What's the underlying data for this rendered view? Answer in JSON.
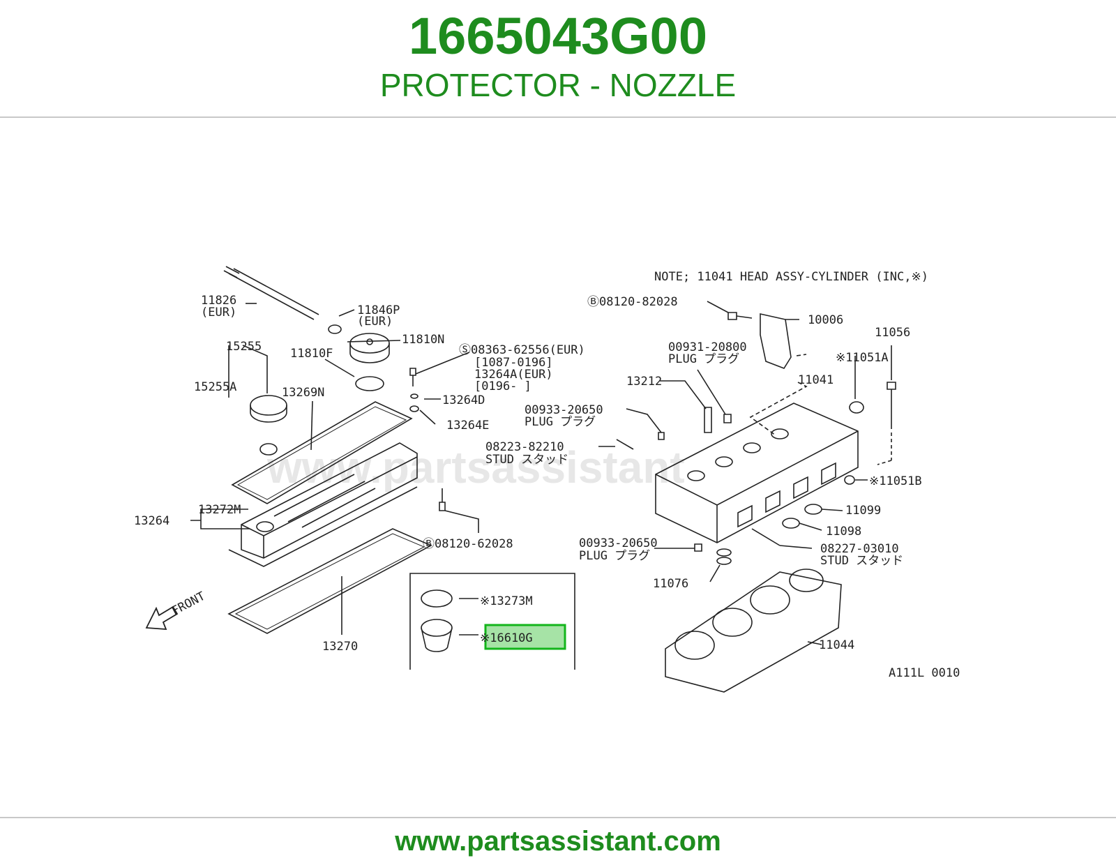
{
  "header": {
    "part_number": "1665043G00",
    "part_name": "PROTECTOR - NOZZLE"
  },
  "footer": {
    "url": "www.partsassistant.com"
  },
  "diagram": {
    "watermark": "www.partsassistant",
    "highlight_color": "#13b51b",
    "brand_color": "#1e8c1e",
    "note": "NOTE; 11041 HEAD ASSY-CYLINDER (INC,※)",
    "front_label": "FRONT",
    "figure_code": "A111L 0010",
    "labels": {
      "l11826": "11826",
      "l11826_eur": "(EUR)",
      "l11846p": "11846P",
      "l11846p_eur": "(EUR)",
      "l11810n": "11810N",
      "l11810f": "11810F",
      "l15255": "15255",
      "l15255a": "15255A",
      "l13269n": "13269N",
      "l08363": "Ⓢ08363-62556(EUR)",
      "l08363_r1": "[1087-0196]",
      "l13264a": "13264A(EUR)",
      "l08363_r2": "[0196-     ]",
      "l13264d": "13264D",
      "l13264e": "13264E",
      "l13264": "13264",
      "l13272m": "13272M",
      "l08120_62028": "Ⓑ08120-62028",
      "l13273m": "※13273M",
      "l16610g": "※16610G",
      "l13270": "13270",
      "l08120_82028": "Ⓑ08120-82028",
      "l10006": "10006",
      "l11056": "11056",
      "l00931": "00931-20800",
      "l00931_plug": "PLUG プラグ",
      "l11051a": "※11051A",
      "l13212": "13212",
      "l11041": "11041",
      "l00933a": "00933-20650",
      "l00933a_plug": "PLUG プラグ",
      "l08223": "08223-82210",
      "l08223_stud": "STUD スタッド",
      "l11051b": "※11051B",
      "l11099": "11099",
      "l11098": "11098",
      "l00933b": "00933-20650",
      "l00933b_plug": "PLUG プラグ",
      "l08227": "08227-03010",
      "l08227_stud": "STUD スタッド",
      "l11076": "11076",
      "l11044": "11044"
    }
  }
}
